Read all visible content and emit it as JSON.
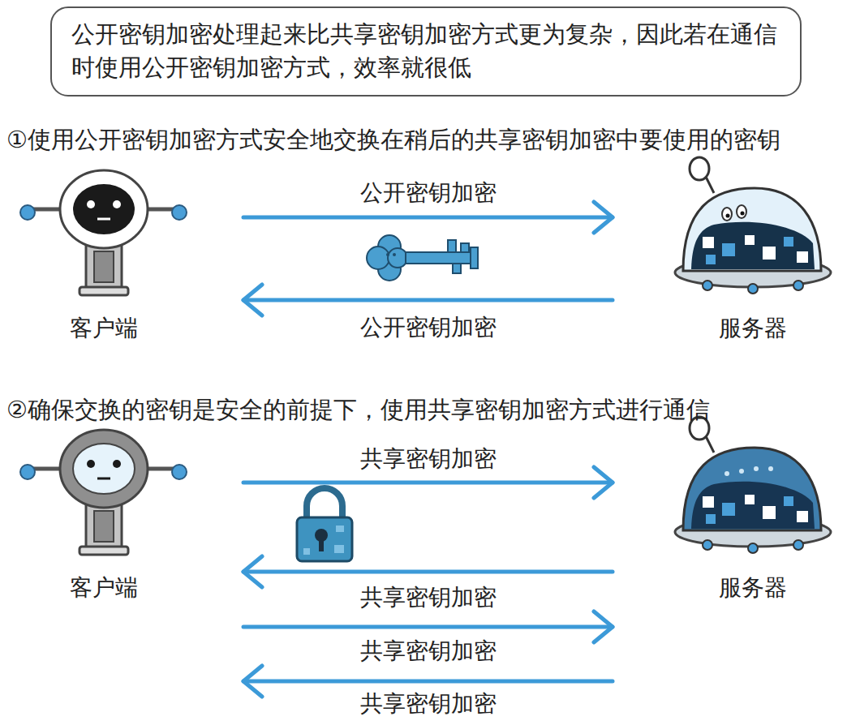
{
  "diagram": {
    "nodes": [
      {
        "text": [
          "公开密钥加密处理起来比共享密钥加密方式更为复杂，因此若在通信时使用公开密钥加密方式，效率就很低"
        ]
      },
      {
        "text": [
          "客户端"
        ]
      },
      {
        "text": [
          "服务器"
        ]
      },
      {
        "text": [
          "客户端"
        ]
      },
      {
        "text": [
          "服务器"
        ]
      }
    ],
    "edges": [
      {
        "from": 1,
        "to": 2,
        "arrow": "to",
        "label": "公开密钥加密"
      },
      {
        "from": 2,
        "to": 1,
        "arrow": "to",
        "label": "公开密钥加密"
      },
      {
        "from": 3,
        "to": 4,
        "arrow": "to",
        "label": "共享密钥加密"
      },
      {
        "from": 4,
        "to": 3,
        "arrow": "to",
        "label": "共享密钥加密"
      },
      {
        "from": 3,
        "to": 4,
        "arrow": "to",
        "label": "共享密钥加密"
      },
      {
        "from": 4,
        "to": 3,
        "arrow": "to",
        "label": "共享密钥加密"
      }
    ],
    "labels": [
      "①使用公开密钥加密方式安全地交换在稍后的共享密钥加密中要使用的密钥",
      "②确保交换的密钥是安全的前提下，使用共享密钥加密方式进行通信"
    ]
  }
}
